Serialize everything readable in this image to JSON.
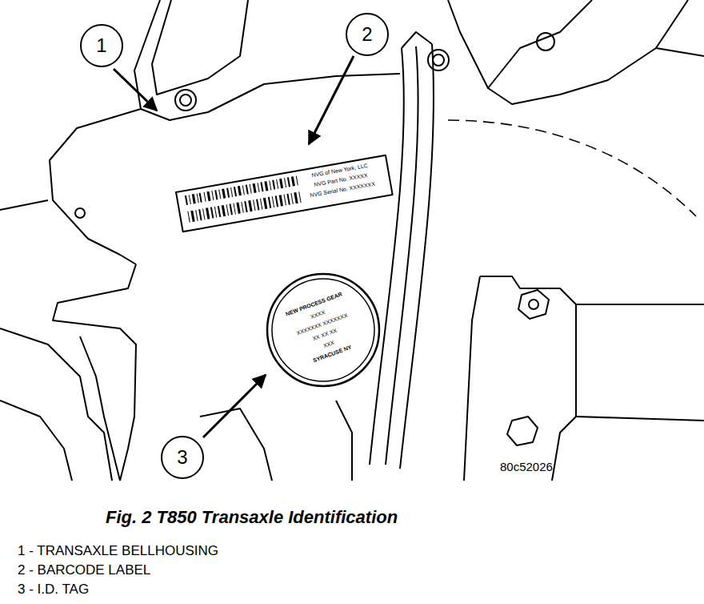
{
  "diagram": {
    "caption": "Fig. 2 T850 Transaxle Identification",
    "nodes": [
      {
        "text": [
          "1"
        ]
      },
      {
        "text": [
          "2"
        ]
      },
      {
        "text": [
          "3"
        ]
      }
    ],
    "labels": [
      "NVG of New York, LLC",
      "NVG Part No. XXXXX",
      "NVG Serial No. XXXXXXX",
      "NEW PROCESS GEAR",
      "XXXX",
      "XXXXXXX XXXXXXX",
      "XX XX XX",
      "XXX",
      "SYRACUSE NY",
      "80c52026",
      "1 - TRANSAXLE BELLHOUSING",
      "2 - BARCODE LABEL",
      "3 - I.D. TAG"
    ]
  }
}
